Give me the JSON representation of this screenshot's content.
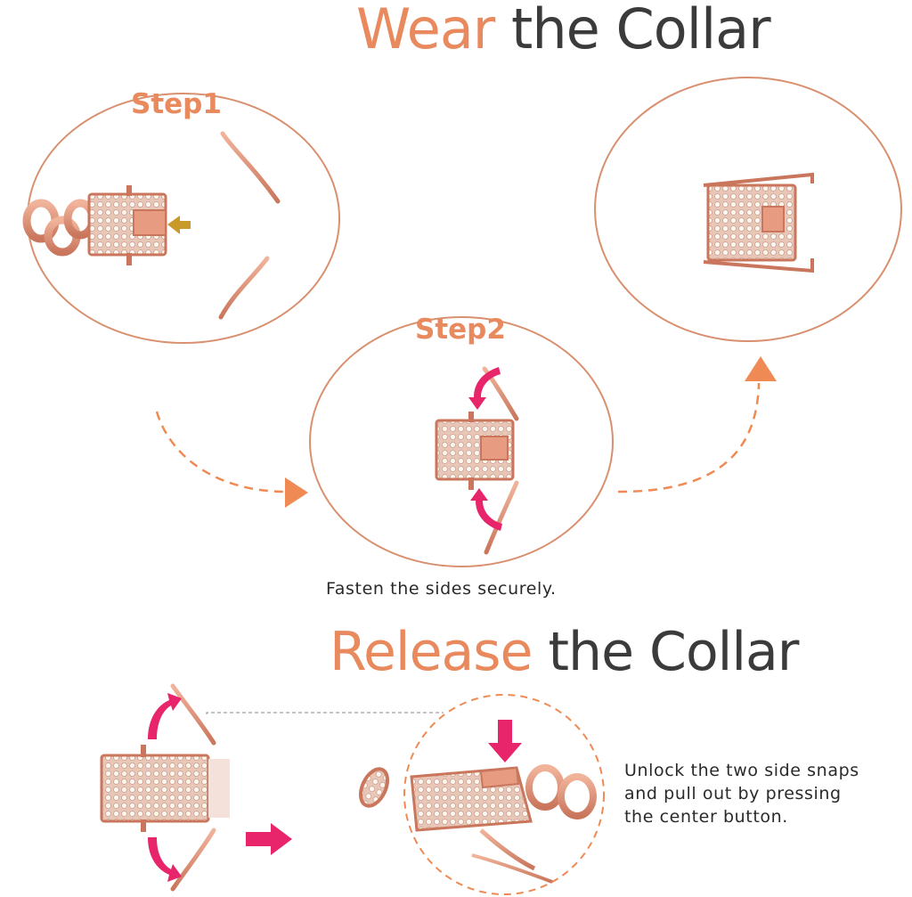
{
  "wear": {
    "title_accent": "Wear",
    "title_rest": "the Collar",
    "step1_label": "Step1",
    "step2_label": "Step2",
    "caption": "Fasten the sides securely."
  },
  "release": {
    "title_accent": "Release",
    "title_rest": "the Collar",
    "caption_lines": [
      "Unlock the two side snaps",
      "and pull out by pressing",
      "the center button."
    ]
  },
  "colors": {
    "accent": "#e8895e",
    "circle_stroke": "#d9906f",
    "arrow_pink": "#e8256b",
    "arrow_orange": "#ef8a55",
    "arrow_gold": "#c99a2a",
    "rose_gold": "#d98a72",
    "title_dark": "#3b3b3b"
  },
  "icons": [
    "clasp-icon",
    "curved-arrow-icon",
    "press-arrow-icon",
    "dashed-arrow-icon"
  ]
}
